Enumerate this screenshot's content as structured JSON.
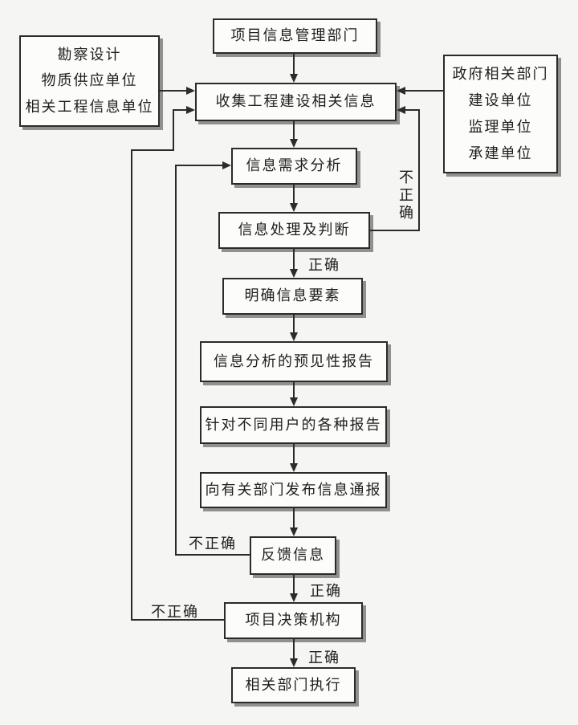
{
  "diagram": {
    "nodes": {
      "top_department": "项目信息管理部门",
      "left_sources": [
        "勘察设计",
        "物质供应单位",
        "相关工程信息单位"
      ],
      "right_sources": [
        "政府相关部门",
        "建设单位",
        "监理单位",
        "承建单位"
      ],
      "collect_info": "收集工程建设相关信息",
      "demand_analysis": "信息需求分析",
      "process_judge": "信息处理及判断",
      "clarify_elements": "明确信息要素",
      "forecast_report": "信息分析的预见性报告",
      "user_reports": "针对不同用户的各种报告",
      "publish_notice": "向有关部门发布信息通报",
      "feedback": "反馈信息",
      "decision_body": "项目决策机构",
      "execute": "相关部门执行"
    },
    "edge_labels": {
      "incorrect_judge_loop": "不正确",
      "correct_after_judge": "正确",
      "incorrect_feedback_loop": "不正确",
      "correct_after_feedback": "正确",
      "incorrect_decision_loop": "不正确",
      "correct_after_decision": "正确"
    },
    "colors": {
      "background": "#f5f5f3",
      "box_fill": "#fcfcfb",
      "line": "#2b2b2b",
      "shadow": "#90908e"
    }
  }
}
